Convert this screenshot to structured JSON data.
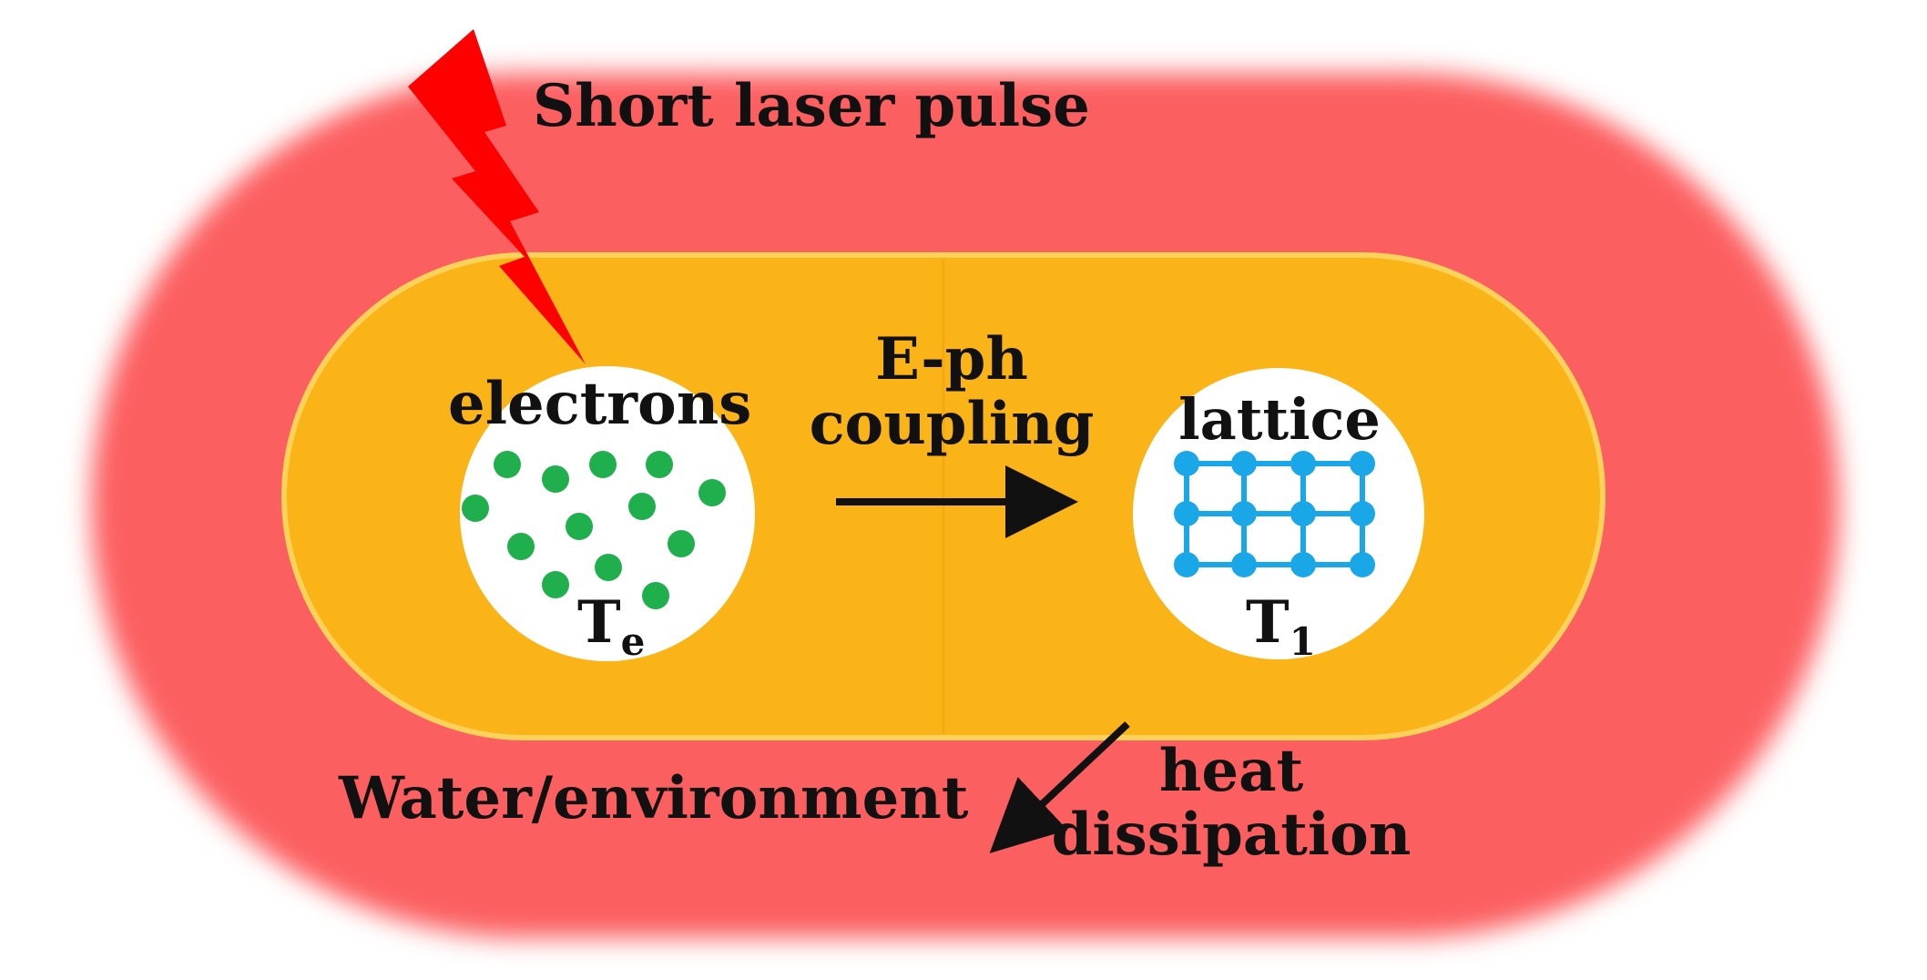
{
  "labels": {
    "laser": "Short laser pulse",
    "electrons": "electrons",
    "coupling_line1": "E-ph",
    "coupling_line2": "coupling",
    "lattice": "lattice",
    "electron_temp_main": "T",
    "electron_temp_sub": "e",
    "lattice_temp_main": "T",
    "lattice_temp_sub": "1",
    "environment": "Water/environment",
    "heat_line1": "heat",
    "heat_line2": "dissipation"
  },
  "colors": {
    "environment": "#fc5f60",
    "nanorod": "#fbb417",
    "laser": "#ff0000",
    "electron_dot": "#1fb04d",
    "lattice": "#1aa7e8",
    "text": "#111111",
    "circle": "#ffffff"
  },
  "icons": {
    "laser": "lightning-bolt-icon",
    "coupling_arrow": "arrow-right-icon",
    "heat_arrow": "arrow-down-left-icon"
  }
}
